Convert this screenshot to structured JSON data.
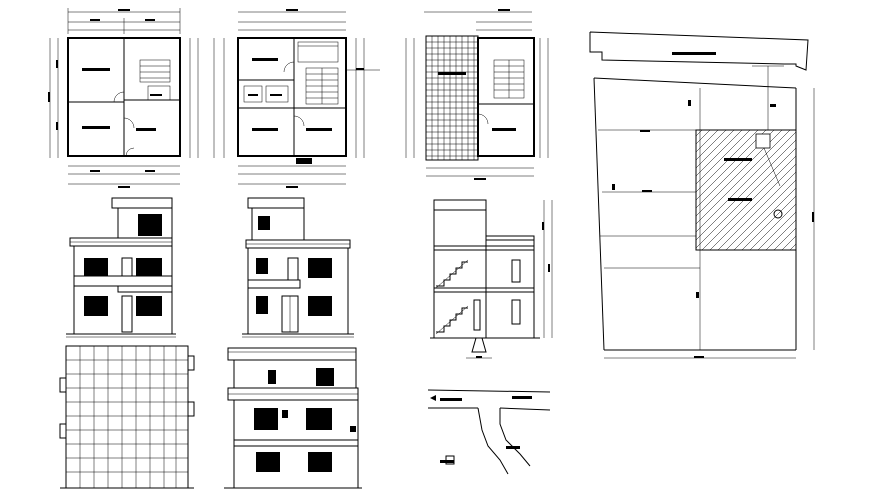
{
  "drawing": {
    "type": "architectural-cad-sheet",
    "colors": {
      "line": "#000000",
      "background": "#ffffff",
      "hatch": "#000000"
    },
    "views": [
      {
        "id": "ground-floor-plan",
        "kind": "floor-plan"
      },
      {
        "id": "first-floor-plan",
        "kind": "floor-plan"
      },
      {
        "id": "terrace-floor-plan",
        "kind": "floor-plan"
      },
      {
        "id": "site-plan",
        "kind": "site-plan"
      },
      {
        "id": "front-elevation",
        "kind": "elevation"
      },
      {
        "id": "side-elevation",
        "kind": "elevation"
      },
      {
        "id": "section",
        "kind": "section"
      },
      {
        "id": "rear-elevation",
        "kind": "elevation"
      },
      {
        "id": "back-elevation",
        "kind": "elevation"
      },
      {
        "id": "key-plan",
        "kind": "location-map"
      }
    ]
  }
}
